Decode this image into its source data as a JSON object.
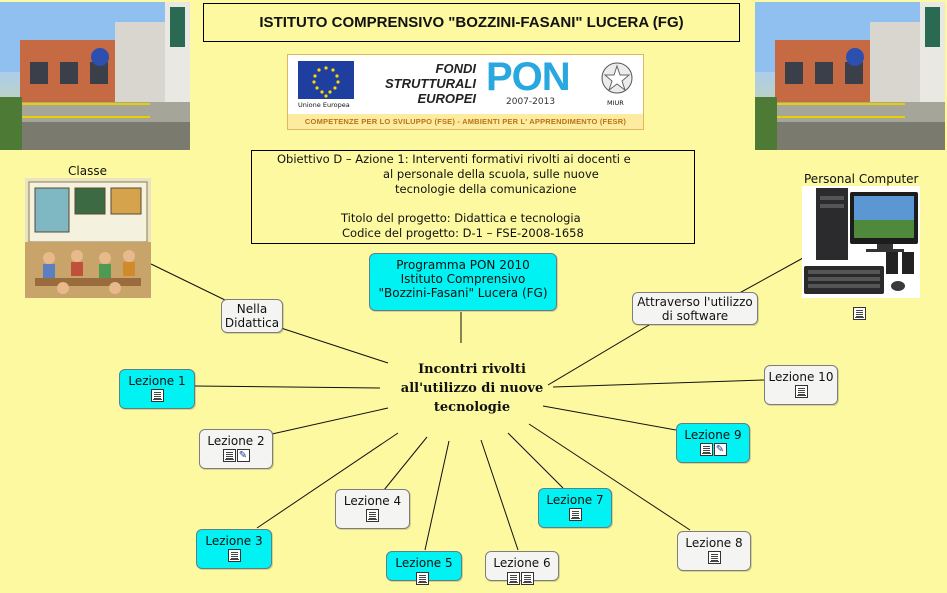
{
  "header": {
    "title": "ISTITUTO COMPRENSIVO \"BOZZINI-FASANI\"  LUCERA (FG)"
  },
  "pon_logo": {
    "eu_label": "Unione Europea",
    "fondi_line1": "FONDI",
    "fondi_line2": "STRUTTURALI",
    "fondi_line3": "EUROPEI",
    "pon_text": "PON",
    "years": "2007-2013",
    "miur_label": "MIUR",
    "footer": "COMPETENZE PER LO SVILUPPO (FSE) - AMBIENTI PER L' APPRENDIMENTO (FESR)"
  },
  "objective": {
    "line1": "Obiettivo D – Azione 1:    Interventi formativi rivolti ai docenti e",
    "line2": "al personale della scuola, sulle nuove",
    "line3": "tecnologie della comunicazione",
    "line4": "Titolo del progetto: Didattica e tecnologia",
    "line5": "Codice del progetto: D-1 – FSE-2008-1658"
  },
  "captions": {
    "classe": "Classe",
    "personal_computer": "Personal Computer"
  },
  "program_node": {
    "line1": "Programma PON 2010",
    "line2": "Istituto Comprensivo",
    "line3": "\"Bozzini-Fasani\" Lucera (FG)"
  },
  "center": {
    "line1": "Incontri rivolti",
    "line2": "all'utilizzo di nuove",
    "line3": "tecnologie"
  },
  "nodes": {
    "didattica": {
      "line1": "Nella",
      "line2": "Didattica"
    },
    "software": {
      "line1": "Attraverso l'utilizzo",
      "line2": "di software"
    },
    "lezione1": "Lezione 1",
    "lezione2": "Lezione 2",
    "lezione3": "Lezione 3",
    "lezione4": "Lezione 4",
    "lezione5": "Lezione 5",
    "lezione6": "Lezione 6",
    "lezione7": "Lezione 7",
    "lezione8": "Lezione 8",
    "lezione9": "Lezione 9",
    "lezione10": "Lezione 10"
  },
  "colors": {
    "background": "#fdf9a0",
    "node_highlight": "#00f2f2",
    "node_default": "#f4f5f2"
  },
  "icons": [
    "document-icon",
    "presentation-icon",
    "eu-flag-icon",
    "italy-emblem-icon"
  ]
}
